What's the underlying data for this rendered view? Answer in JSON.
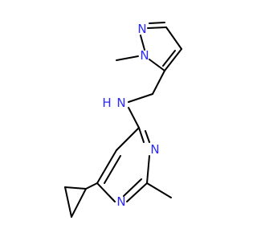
{
  "molecule": {
    "atoms": {
      "n_pyrazole_1": "N",
      "n_pyrazole_2": "N",
      "n_amine": "N",
      "h_amine": "H",
      "n_pyrimidine_3": "N",
      "n_pyrimidine_1": "N"
    },
    "colors": {
      "nitrogen": "#2a2aff",
      "bond": "#000000",
      "background": "#ffffff"
    }
  }
}
